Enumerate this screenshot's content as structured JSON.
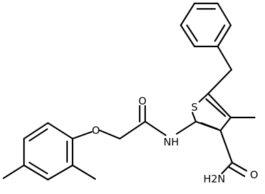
{
  "atoms": {
    "O_ether": "O",
    "O_carbonyl": "O",
    "NH_amide": "NH",
    "S_ring": "S",
    "NH2_amide": "H2N",
    "O_amide": "O"
  }
}
